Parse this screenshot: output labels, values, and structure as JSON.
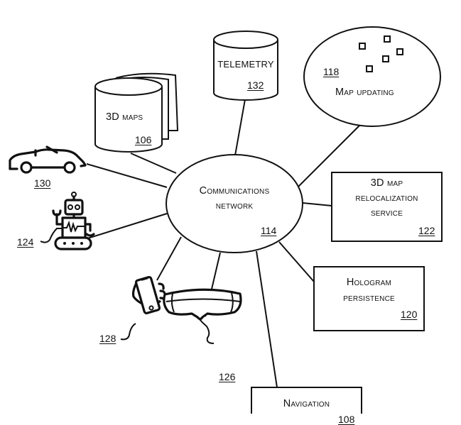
{
  "diagram": {
    "hub": {
      "title_line1": "Communications",
      "title_line2": "network",
      "ref": "114"
    },
    "nodes": {
      "telemetry": {
        "label": "TELEMETRY",
        "ref": "132",
        "shape": "cylinder"
      },
      "map_updating": {
        "label": "Map updating",
        "ref": "118",
        "shape": "ellipse"
      },
      "maps_3d": {
        "label": "3D maps",
        "ref": "106",
        "shape": "stacked-cylinder"
      },
      "relocalization": {
        "line1": "3D map",
        "line2": "relocalization",
        "line3": "service",
        "ref": "122",
        "shape": "box"
      },
      "hologram": {
        "line1": "Hologram",
        "line2": "persistence",
        "ref": "120",
        "shape": "box"
      },
      "navigation": {
        "label": "Navigation",
        "ref": "108",
        "shape": "box"
      }
    },
    "devices": {
      "car": {
        "icon": "car-icon",
        "ref": "130"
      },
      "robot": {
        "icon": "robot-icon",
        "ref": "124"
      },
      "phone": {
        "icon": "hand-phone-icon",
        "ref": "128"
      },
      "headset": {
        "icon": "hmd-headset-icon",
        "ref": "126"
      }
    },
    "colors": {
      "ink": "#111111",
      "background": "#ffffff"
    }
  }
}
